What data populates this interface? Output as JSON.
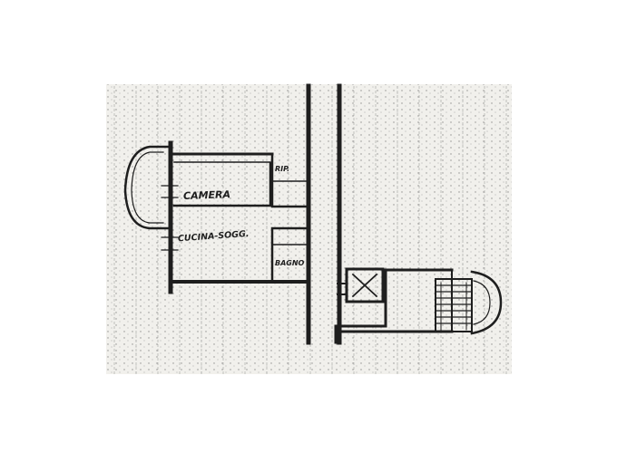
{
  "plan": {
    "rooms": {
      "bedroom": "CAMERA",
      "kitchen_living": "CUCINA-SOGG.",
      "closet": "RIP.",
      "bath": "BAGNO"
    }
  },
  "colors": {
    "paper": "#f1f0ec",
    "ink": "#1e1e1e",
    "dots": "#6e6e6e",
    "background": "#ffffff"
  }
}
